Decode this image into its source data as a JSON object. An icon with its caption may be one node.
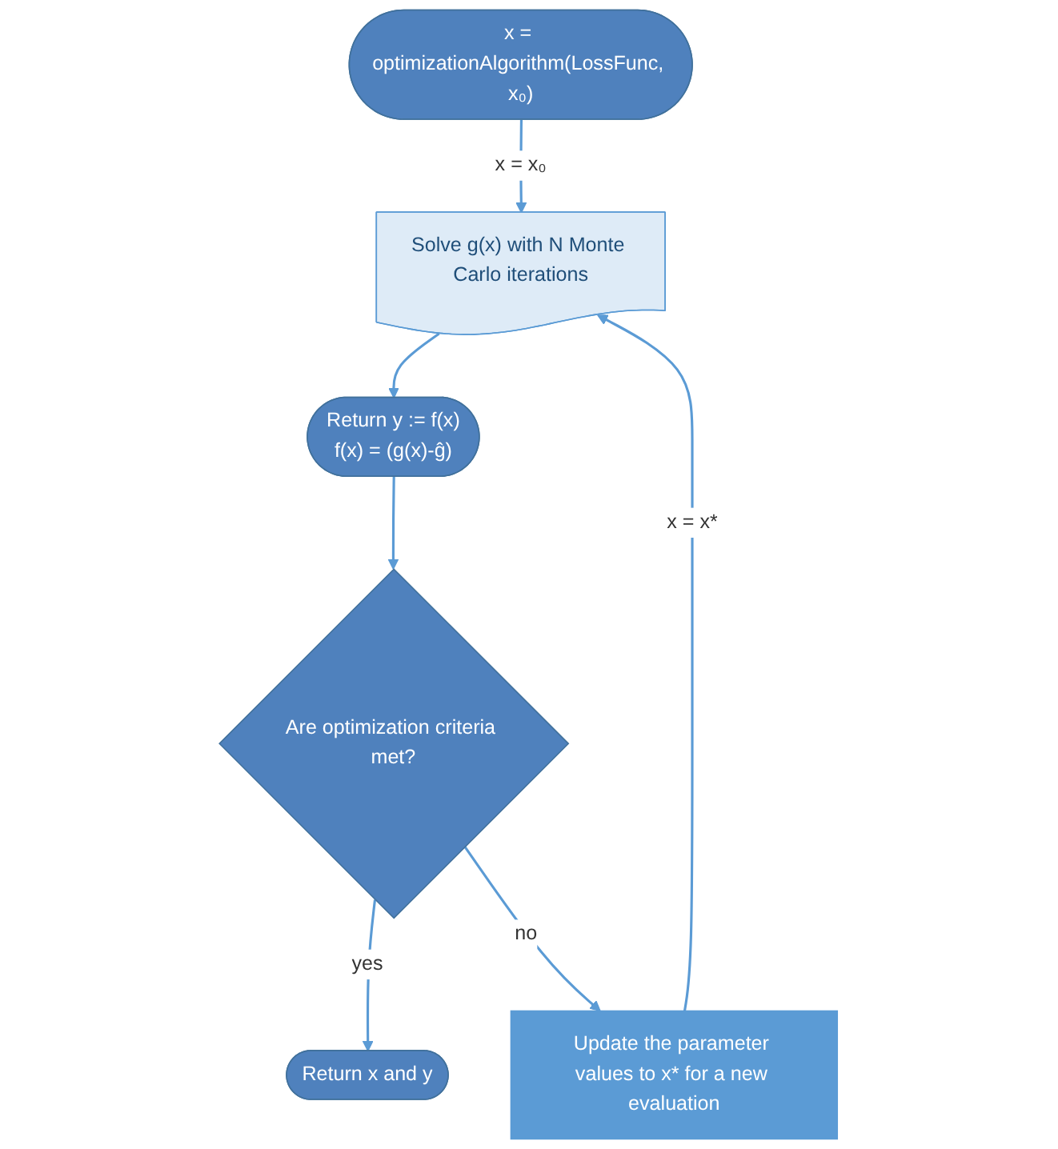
{
  "diagram": {
    "nodes": [
      {
        "text": [
          "x = optimizationAlgorithm(LossFunc, x₀)"
        ]
      },
      {
        "text": [
          "Solve g(x) with N Monte Carlo iterations"
        ]
      },
      {
        "text": [
          "Return y := f(x)",
          "f(x) = (g(x)-ĝ)"
        ]
      },
      {
        "text": [
          "Are optimization criteria met?"
        ]
      },
      {
        "text": [
          "Return x and y"
        ]
      },
      {
        "text": [
          "Update the parameter values to x* for a new evaluation"
        ]
      }
    ],
    "edges": [
      {
        "from": 0,
        "to": 1,
        "arrow": "to",
        "label": "x = x₀"
      },
      {
        "from": 5,
        "to": 1,
        "arrow": "to",
        "label": "x = x*"
      },
      {
        "from": 1,
        "to": 2,
        "arrow": "to"
      },
      {
        "from": 2,
        "to": 3,
        "arrow": "to"
      },
      {
        "from": 3,
        "to": 4,
        "arrow": "to",
        "label": "yes"
      },
      {
        "from": 3,
        "to": 5,
        "arrow": "to",
        "label": "no"
      }
    ]
  }
}
